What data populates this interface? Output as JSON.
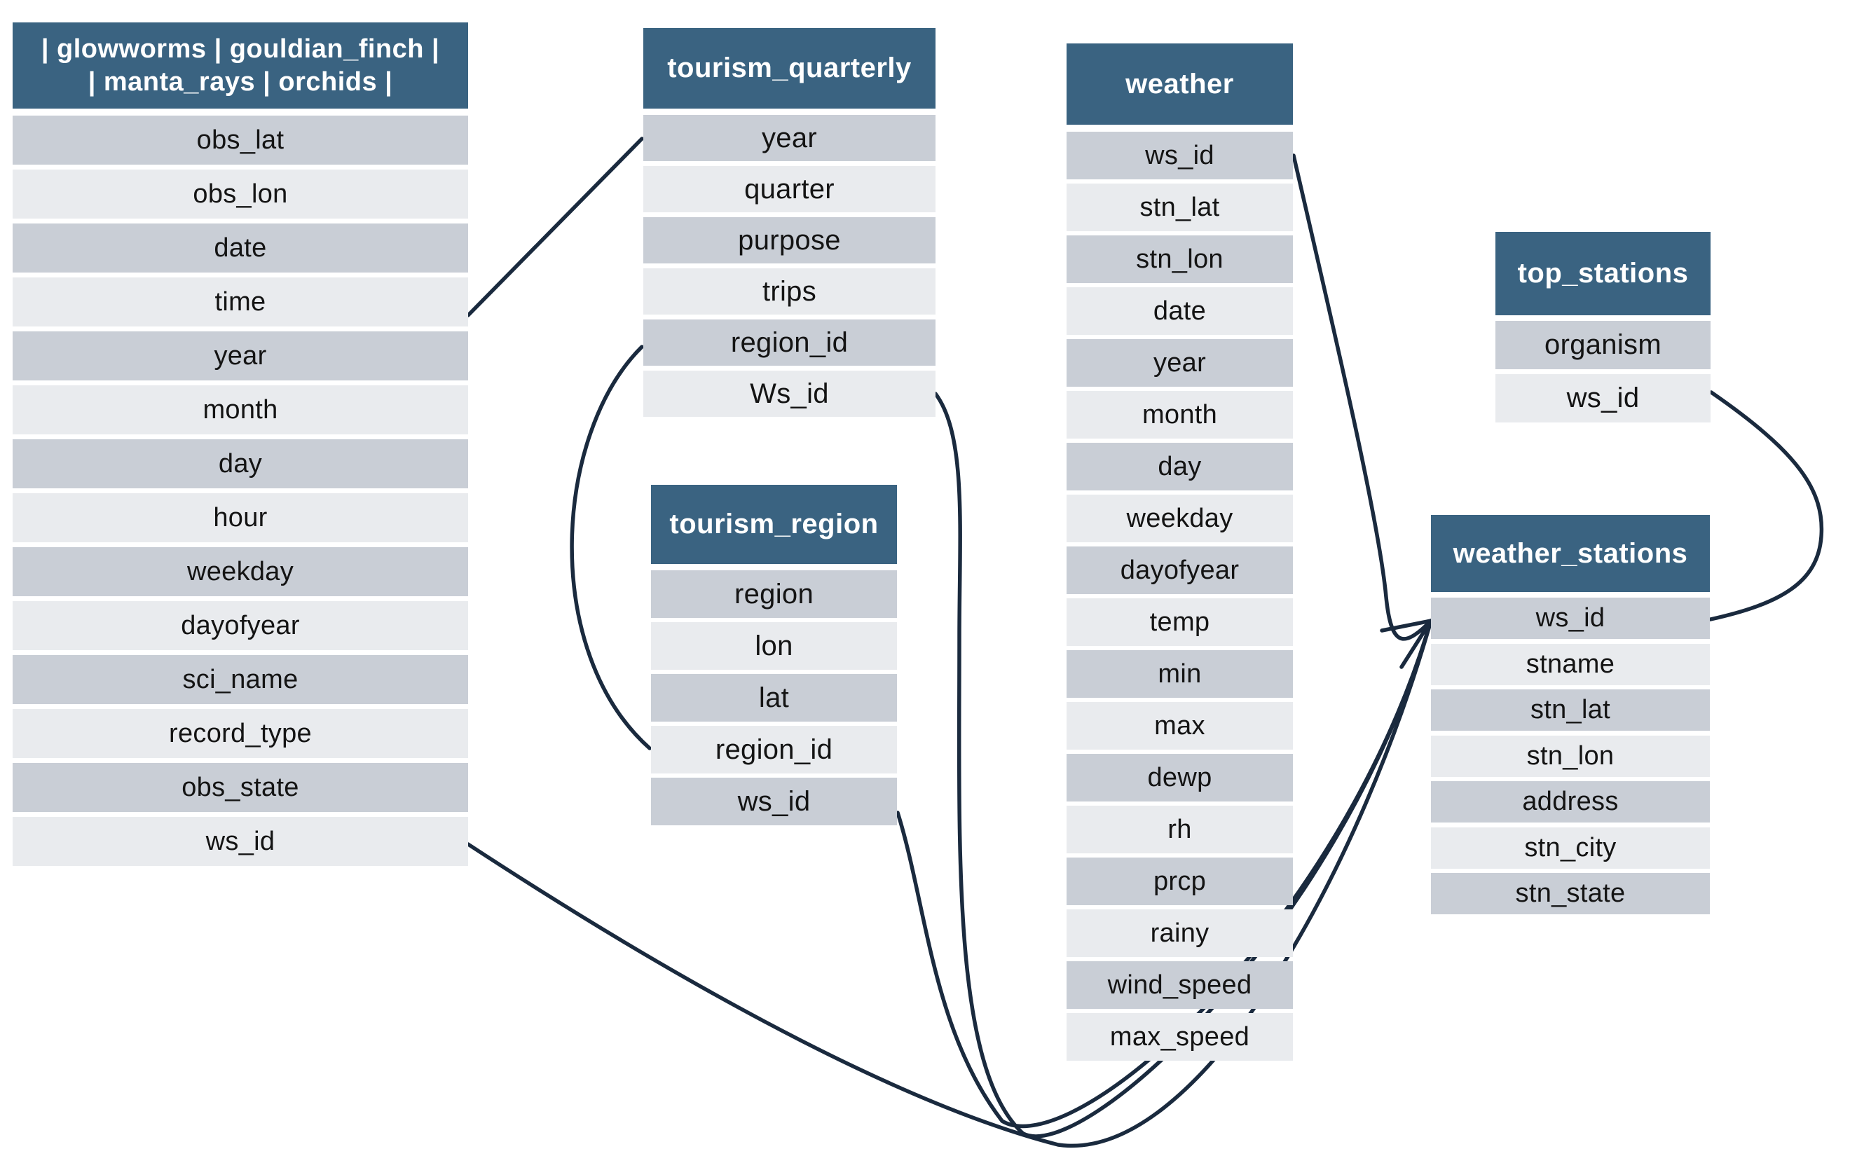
{
  "diagram": {
    "kind": "database-schema",
    "colors": {
      "header_bg": "#3a6381",
      "header_text": "#ffffff",
      "row_dark": "#c9ced6",
      "row_light": "#e9ebee",
      "row_text": "#141414",
      "connector": "#1a2a3e",
      "background": "#ffffff"
    },
    "tables": [
      {
        "id": "biodiversity",
        "title_lines": [
          "| glowworms | gouldian_finch |",
          "| manta_rays | orchids |"
        ],
        "columns": [
          "obs_lat",
          "obs_lon",
          "date",
          "time",
          "year",
          "month",
          "day",
          "hour",
          "weekday",
          "dayofyear",
          "sci_name",
          "record_type",
          "obs_state",
          "ws_id"
        ]
      },
      {
        "id": "tourism_quarterly",
        "title_lines": [
          "tourism_quarterly"
        ],
        "columns": [
          "year",
          "quarter",
          "purpose",
          "trips",
          "region_id",
          "Ws_id"
        ]
      },
      {
        "id": "tourism_region",
        "title_lines": [
          "tourism_region"
        ],
        "columns": [
          "region",
          "lon",
          "lat",
          "region_id",
          "ws_id"
        ]
      },
      {
        "id": "weather",
        "title_lines": [
          "weather"
        ],
        "columns": [
          "ws_id",
          "stn_lat",
          "stn_lon",
          "date",
          "year",
          "month",
          "day",
          "weekday",
          "dayofyear",
          "temp",
          "min",
          "max",
          "dewp",
          "rh",
          "prcp",
          "rainy",
          "wind_speed",
          "max_speed"
        ]
      },
      {
        "id": "top_stations",
        "title_lines": [
          "top_stations"
        ],
        "columns": [
          "organism",
          "ws_id"
        ]
      },
      {
        "id": "weather_stations",
        "title_lines": [
          "weather_stations"
        ],
        "columns": [
          "ws_id",
          "stname",
          "stn_lat",
          "stn_lon",
          "address",
          "stn_city",
          "stn_state"
        ]
      }
    ],
    "relationships": [
      {
        "from": "biodiversity.time",
        "to": "tourism_quarterly.year",
        "arrow": false
      },
      {
        "from": "tourism_quarterly.region_id",
        "to": "tourism_region.region_id",
        "arrow": false
      },
      {
        "from": "tourism_quarterly.Ws_id",
        "to": "weather_stations.ws_id",
        "arrow": false
      },
      {
        "from": "tourism_region.ws_id",
        "to": "weather_stations.ws_id",
        "arrow": false
      },
      {
        "from": "biodiversity.ws_id",
        "to": "weather_stations.ws_id",
        "arrow": false
      },
      {
        "from": "weather.ws_id",
        "to": "weather_stations.ws_id",
        "arrow": true
      },
      {
        "from": "top_stations.ws_id",
        "to": "weather_stations.ws_id",
        "arrow": false
      }
    ]
  }
}
